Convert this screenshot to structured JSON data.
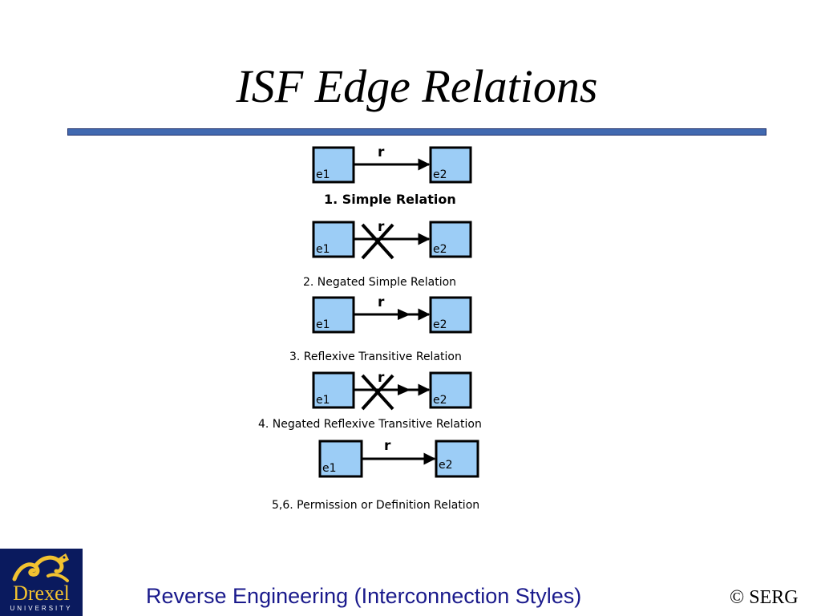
{
  "title": "ISF Edge Relations",
  "footer": {
    "title": "Reverse Engineering (Interconnection Styles)",
    "copyright": "© SERG"
  },
  "logo": {
    "text": "Drexel",
    "subtext": "UNIVERSITY"
  },
  "relations": [
    {
      "source": "e1",
      "target": "e2",
      "label": "r",
      "caption": "1. Simple Relation",
      "negated": false,
      "transitive": false
    },
    {
      "source": "e1",
      "target": "e2",
      "label": "r",
      "caption": "2. Negated Simple Relation",
      "negated": true,
      "transitive": false
    },
    {
      "source": "e1",
      "target": "e2",
      "label": "r",
      "caption": "3. Reflexive Transitive Relation",
      "negated": false,
      "transitive": true
    },
    {
      "source": "e1",
      "target": "e2",
      "label": "r",
      "caption": "4. Negated Reflexive Transitive Relation",
      "negated": true,
      "transitive": true
    },
    {
      "source": "e1",
      "target": "e2",
      "label": "r",
      "caption": "5,6. Permission or Definition Relation",
      "negated": false,
      "transitive": false
    }
  ],
  "colors": {
    "node_fill": "#9ccdf6",
    "rule": "#4169b0",
    "footer_text": "#1a1a8c",
    "logo_bg": "#0a1a5e",
    "logo_text": "#f2c230"
  }
}
